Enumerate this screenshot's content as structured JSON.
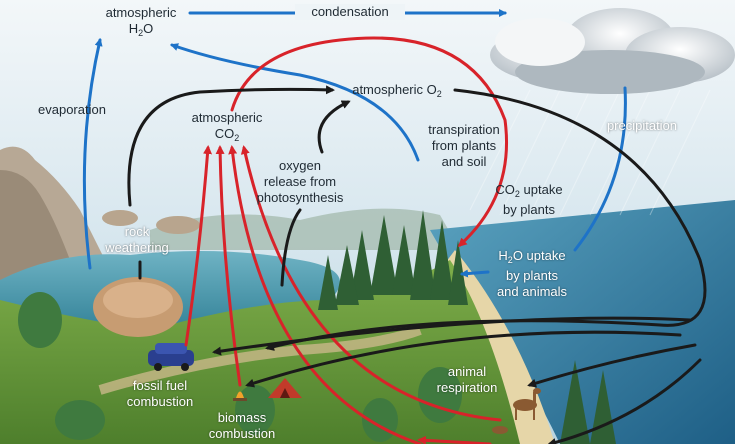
{
  "labels": {
    "atm_h2o": {
      "main": "atmospheric",
      "formula": "H",
      "sub": "2",
      "tail": "O"
    },
    "condensation": "condensation",
    "evaporation": "evaporation",
    "atm_co2": {
      "main": "atmospheric",
      "formula": "CO",
      "sub": "2",
      "tail": ""
    },
    "atm_o2": {
      "formula": "atmospheric O",
      "sub": "2",
      "tail": ""
    },
    "precipitation": "precipitation",
    "transpiration": [
      "transpiration",
      "from plants",
      "and soil"
    ],
    "oxygen_release": [
      "oxygen",
      "release from",
      "photosynthesis"
    ],
    "co2_uptake": {
      "line1_formula": "CO",
      "line1_sub": "2",
      "line1_tail": " uptake",
      "line2": "by plants"
    },
    "rock_weathering": [
      "rock",
      "weathering"
    ],
    "h2o_uptake": {
      "line1_formula": "H",
      "line1_sub": "2",
      "line1_tail": "O uptake",
      "line2": "by plants",
      "line3": "and animals"
    },
    "fossil_fuel": [
      "fossil fuel",
      "combustion"
    ],
    "animal_respiration": [
      "animal",
      "respiration"
    ],
    "biomass": [
      "biomass",
      "combustion"
    ]
  },
  "colors": {
    "water_arrow": "#1e73c8",
    "co2_arrow": "#d8232a",
    "o2_arrow": "#1a1a1a"
  }
}
